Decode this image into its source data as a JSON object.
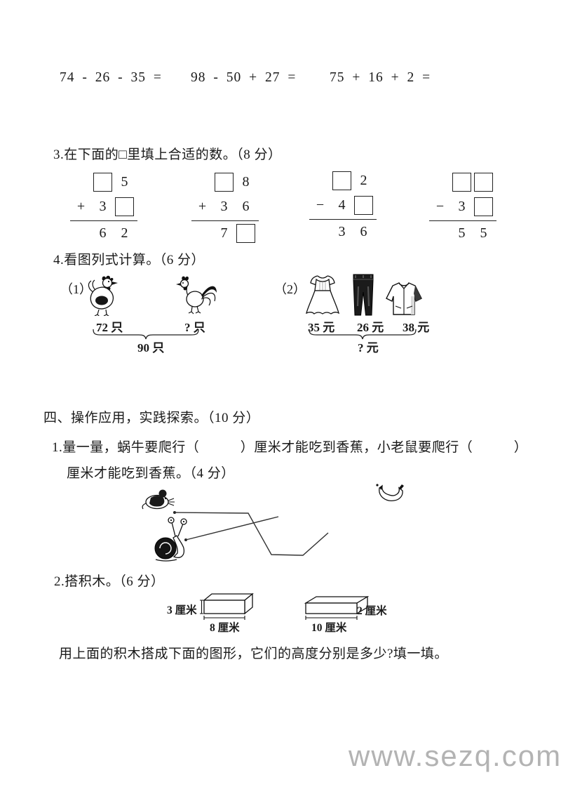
{
  "calc_row": {
    "expr1": "74 - 26 - 35 =",
    "expr2": "98 - 50 + 27 =",
    "expr3": "75 + 16 + 2 ="
  },
  "q3": {
    "title": "3.在下面的□里填上合适的数。（8 分）",
    "problems": [
      {
        "rows": [
          [
            "",
            "box",
            "5"
          ],
          [
            "+",
            "3",
            "box"
          ],
          [
            "",
            "6",
            "2"
          ]
        ]
      },
      {
        "rows": [
          [
            "",
            "box",
            "8"
          ],
          [
            "+",
            "3",
            "6"
          ],
          [
            "",
            "7",
            "box"
          ]
        ]
      },
      {
        "rows": [
          [
            "",
            "box",
            "2"
          ],
          [
            "−",
            "4",
            "box"
          ],
          [
            "",
            "3",
            "6"
          ]
        ]
      },
      {
        "rows": [
          [
            "",
            "box",
            "box"
          ],
          [
            "−",
            "3",
            "box"
          ],
          [
            "",
            "5",
            "5"
          ]
        ]
      }
    ]
  },
  "q4": {
    "title": "4.看图列式计算。（6 分）",
    "part1": {
      "label": "（1）",
      "count_left": "72 只",
      "count_right": "? 只",
      "total": "90 只"
    },
    "part2": {
      "label": "（2）",
      "price1": "35 元",
      "price2": "26 元",
      "price3": "38 元",
      "total": "? 元"
    }
  },
  "section4": {
    "title": "四、操作应用，实践探索。（10 分）",
    "q1_line1": "1.量一量，蜗牛要爬行（　　　）厘米才能吃到香蕉，小老鼠要爬行（　　　）",
    "q1_line2": "厘米才能吃到香蕉。（4 分）",
    "q2_title": "2.搭积木。（6 分）",
    "block1_height": "3 厘米",
    "block1_width": "8 厘米",
    "block2_height": "2 厘米",
    "block2_width": "10 厘米",
    "q2_footer": "用上面的积木搭成下面的图形，它们的高度分别是多少?填一填。"
  },
  "watermark": {
    "text": "www.sezq.com",
    "color": "#b3b3b3",
    "ink_color": "#1a1a1a"
  }
}
